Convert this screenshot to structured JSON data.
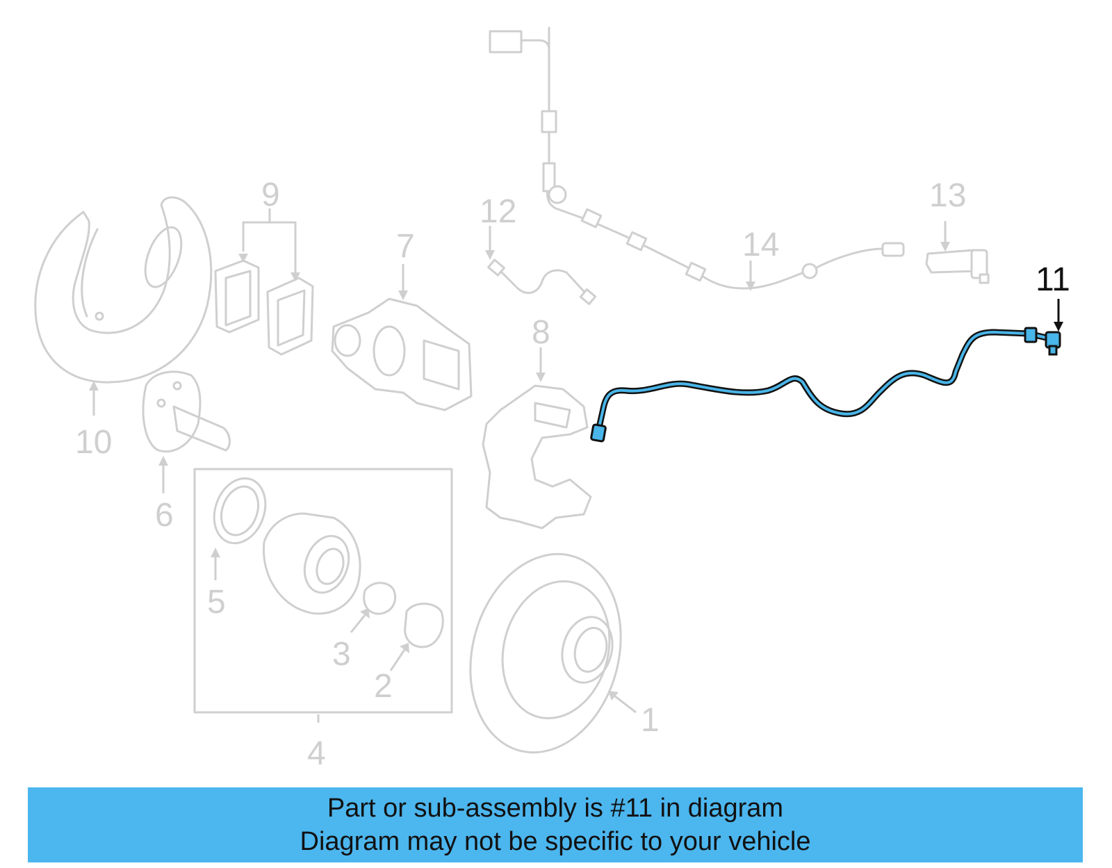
{
  "diagram": {
    "highlight_color": "#4cb6ee",
    "highlighted_part": "11",
    "callouts": [
      "1",
      "2",
      "3",
      "4",
      "5",
      "6",
      "7",
      "8",
      "9",
      "10",
      "11",
      "12",
      "13",
      "14"
    ]
  },
  "banner": {
    "line1": "Part or sub-assembly is #11 in diagram",
    "line2": "Diagram may not be specific to your vehicle",
    "background": "#4cb6ee"
  }
}
